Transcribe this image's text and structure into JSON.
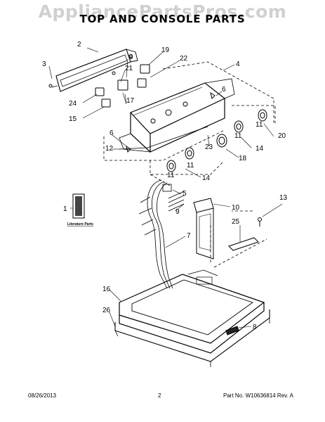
{
  "watermark": "AppliancePartsPros.com",
  "title": "TOP AND CONSOLE PARTS",
  "footer": {
    "date": "08/26/2013",
    "page": "2",
    "part": "Part No.  W10636814  Rev.  A"
  },
  "literature_label": "Literature Parts",
  "callouts": [
    "2",
    "3",
    "19",
    "9",
    "21",
    "22",
    "4",
    "6",
    "24",
    "17",
    "15",
    "11",
    "20",
    "6",
    "11",
    "12",
    "23",
    "14",
    "18",
    "11",
    "14",
    "11",
    "5",
    "1",
    "9",
    "13",
    "10",
    "25",
    "7",
    "16",
    "26",
    "8"
  ]
}
